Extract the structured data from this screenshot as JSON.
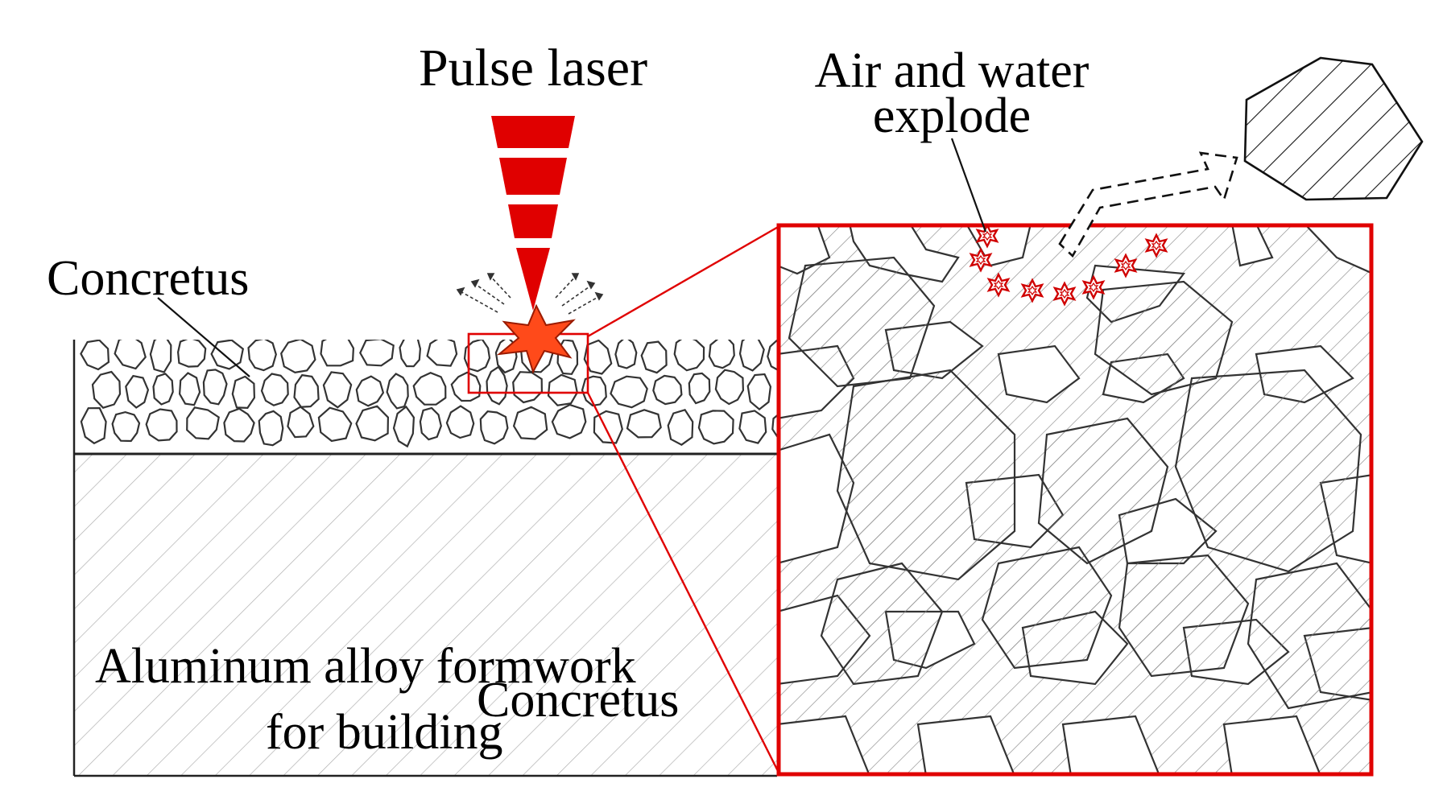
{
  "labels": {
    "pulse_laser": "Pulse laser",
    "air_water_line1": "Air and water",
    "air_water_line2": "explode",
    "concretus_top": "Concretus",
    "aluminum_line1": "Aluminum alloy formwork",
    "aluminum_line2": "for building",
    "concretus_bottom": "Concretus"
  },
  "colors": {
    "laser_red": "#e00000",
    "explosion_fill": "#ff4a1a",
    "zoom_border": "#e00000",
    "line": "#222222",
    "hatch": "#9a9a9a",
    "background": "#ffffff"
  },
  "icons": {
    "laser_beam": "laser-beam-icon",
    "explosion": "explosion-star-icon",
    "burst_stars": "burst-star-icon",
    "ejection_arrow": "dashed-arrow-icon",
    "ejected_particle": "particle-icon"
  }
}
